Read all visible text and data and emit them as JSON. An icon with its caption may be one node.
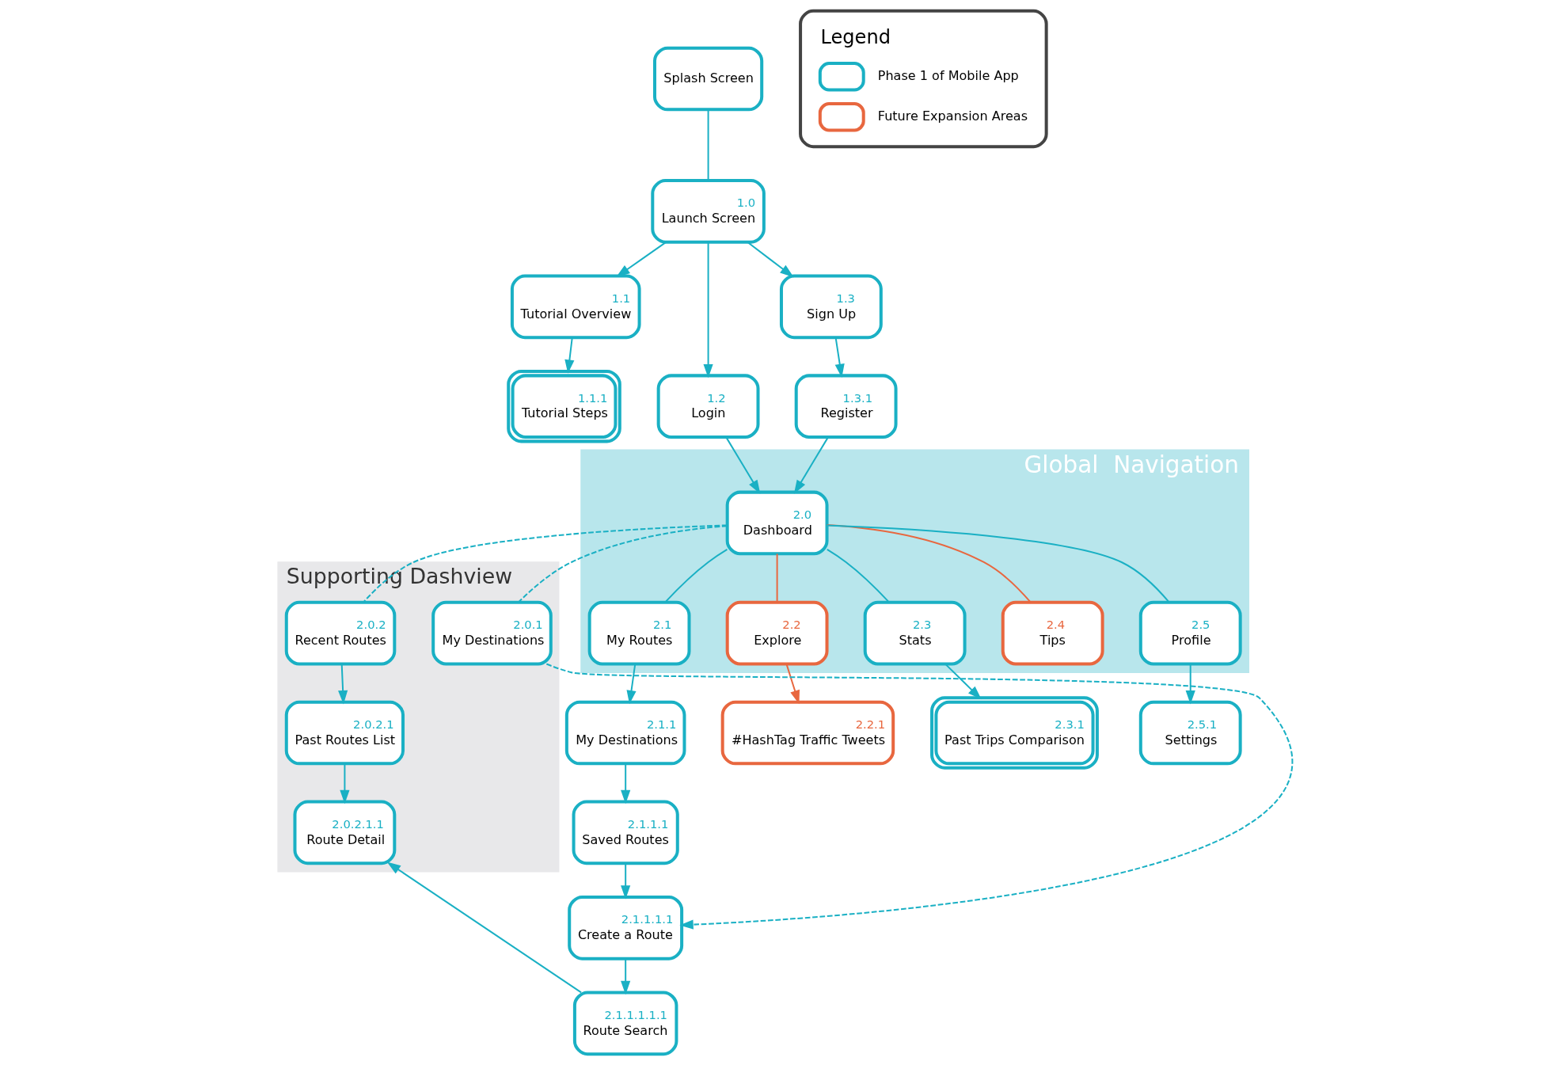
{
  "diagram": {
    "nodes": [
      {
        "text": [
          "Splash Screen"
        ]
      },
      {
        "text": [
          "1.0",
          "Launch Screen"
        ]
      },
      {
        "text": [
          "1.1",
          "Tutorial Overview"
        ]
      },
      {
        "text": [
          "1.2",
          "Login"
        ]
      },
      {
        "text": [
          "1.3",
          "Sign Up"
        ]
      },
      {
        "text": [
          "1.1.1",
          "Tutorial Steps"
        ]
      },
      {
        "text": [
          "1.3.1",
          "Register"
        ]
      },
      {
        "text": [
          "Global  Navigation"
        ]
      },
      {
        "text": [
          "Supporting Dashview"
        ]
      },
      {
        "text": [
          "2.0",
          "Dashboard"
        ],
        "in": 7
      },
      {
        "text": [
          "2.1",
          "My Routes"
        ],
        "in": 7
      },
      {
        "text": [
          "2.2",
          "Explore"
        ],
        "in": 7
      },
      {
        "text": [
          "2.3",
          "Stats"
        ],
        "in": 7
      },
      {
        "text": [
          "2.4",
          "Tips"
        ],
        "in": 7
      },
      {
        "text": [
          "2.5",
          "Profile"
        ],
        "in": 7
      },
      {
        "text": [
          "2.0.1",
          "My Destinations"
        ],
        "in": 8
      },
      {
        "text": [
          "2.0.2",
          "Recent Routes"
        ],
        "in": 8
      },
      {
        "text": [
          "2.1.1",
          "My Destinations"
        ]
      },
      {
        "text": [
          "2.2.1",
          "#HashTag Traffic Tweets"
        ]
      },
      {
        "text": [
          "2.3.1",
          "Past Trips Comparison"
        ]
      },
      {
        "text": [
          "2.5.1",
          "Settings"
        ]
      },
      {
        "text": [
          "2.0.2.1",
          "Past Routes List"
        ],
        "in": 8
      },
      {
        "text": [
          "2.1.1.1",
          "Saved Routes"
        ]
      },
      {
        "text": [
          "2.0.2.1.1",
          "Route Detail"
        ],
        "in": 8
      },
      {
        "text": [
          "2.1.1.1.1",
          "Create a Route"
        ]
      },
      {
        "text": [
          "2.1.1.1.1.1",
          "Route Search"
        ]
      }
    ],
    "edges": [
      {
        "from": 0,
        "to": 1,
        "arrow": "none"
      },
      {
        "from": 1,
        "to": 2,
        "arrow": "to"
      },
      {
        "from": 1,
        "to": 3,
        "arrow": "to"
      },
      {
        "from": 1,
        "to": 4,
        "arrow": "to"
      },
      {
        "from": 2,
        "to": 5,
        "arrow": "to"
      },
      {
        "from": 4,
        "to": 6,
        "arrow": "to"
      },
      {
        "from": 3,
        "to": 9,
        "arrow": "to"
      },
      {
        "from": 6,
        "to": 9,
        "arrow": "to"
      },
      {
        "from": 9,
        "to": 10,
        "arrow": "none"
      },
      {
        "from": 9,
        "to": 11,
        "arrow": "none",
        "color": "#e8673f"
      },
      {
        "from": 9,
        "to": 12,
        "arrow": "none"
      },
      {
        "from": 9,
        "to": 13,
        "arrow": "none",
        "color": "#e8673f"
      },
      {
        "from": 9,
        "to": 14,
        "arrow": "none"
      },
      {
        "from": 9,
        "to": 15,
        "arrow": "none",
        "style": "dashed"
      },
      {
        "from": 9,
        "to": 16,
        "arrow": "none",
        "style": "dashed"
      },
      {
        "from": 10,
        "to": 17,
        "arrow": "to"
      },
      {
        "from": 11,
        "to": 18,
        "arrow": "to",
        "color": "#e8673f"
      },
      {
        "from": 12,
        "to": 19,
        "arrow": "to"
      },
      {
        "from": 14,
        "to": 20,
        "arrow": "to"
      },
      {
        "from": 16,
        "to": 21,
        "arrow": "to"
      },
      {
        "from": 21,
        "to": 23,
        "arrow": "to"
      },
      {
        "from": 17,
        "to": 22,
        "arrow": "to"
      },
      {
        "from": 22,
        "to": 24,
        "arrow": "to"
      },
      {
        "from": 15,
        "to": 24,
        "arrow": "to",
        "style": "dashed"
      },
      {
        "from": 24,
        "to": 25,
        "arrow": "to"
      },
      {
        "from": 25,
        "to": 23,
        "arrow": "to"
      }
    ],
    "labels": [
      "Legend"
    ],
    "legend": [
      {
        "text": "Phase 1 of Mobile App",
        "color": "#1ab0c4"
      },
      {
        "text": "Future Expansion Areas",
        "color": "#e8673f"
      }
    ]
  }
}
